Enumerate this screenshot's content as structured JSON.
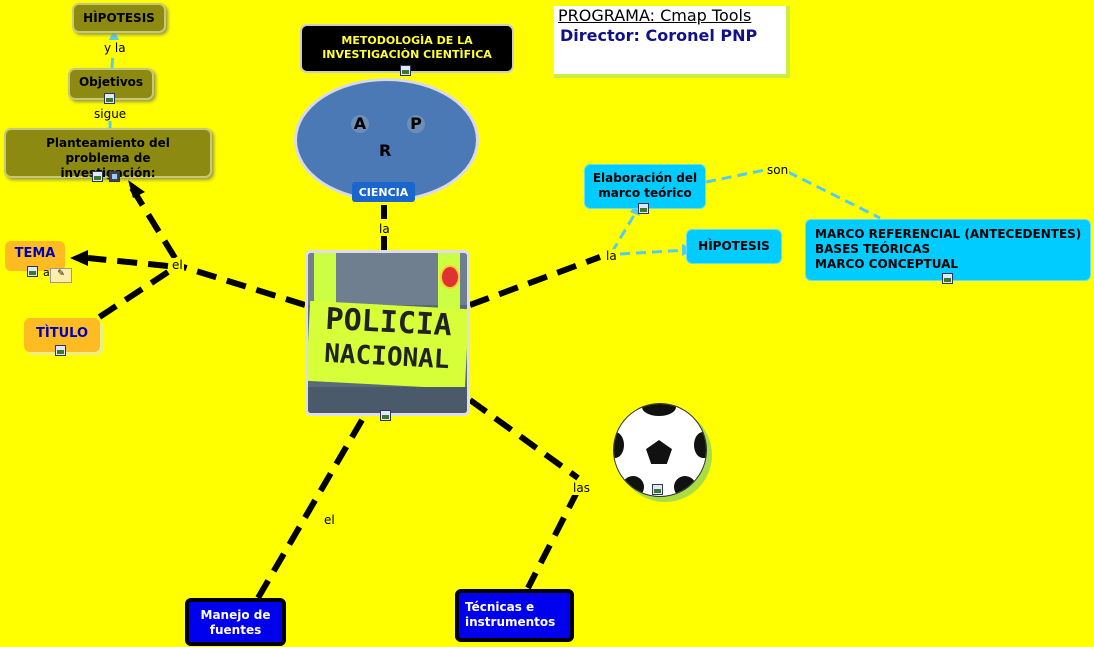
{
  "header": {
    "program": "PROGRAMA: Cmap Tools",
    "director": "Director: Coronel PNP"
  },
  "nodes": {
    "hipotesis_top": "HÌPOTESIS",
    "objetivos": "Objetivos",
    "planteamiento": "Planteamiento del problema de investigación:",
    "metodologia": "METODOLOGÌA DE LA INVESTIGACIÒN CIENTÌFICA",
    "ciencia": "CIENCIA",
    "tema": "TEMA",
    "titulo": "TÌTULO",
    "elaboracion": "Elaboración del marco teórico",
    "hipotesis_right": "HÌPOTESIS",
    "marco_lines": [
      "MARCO REFERENCIAL (ANTECEDENTES)",
      "BASES TEÓRICAS",
      "MARCO CONCEPTUAL"
    ],
    "manejo": "Manejo de fuentes",
    "tecnicas": "Técnicas e instrumentos"
  },
  "images": {
    "face_letters": [
      "A",
      "P",
      "R"
    ],
    "vest_text": [
      "POLICIA",
      "NACIONAL"
    ]
  },
  "link_labels": {
    "y_la": "y la",
    "sigue": "sigue",
    "la_top": "la",
    "el_left": "el",
    "a_small": "a",
    "la_right": "la",
    "son": "son",
    "el_bottom": "el",
    "las": "las"
  },
  "colors": {
    "background": "#ffff00",
    "olive": "#8c8a10",
    "cyan": "#00ccff",
    "navy": "#0000ee"
  }
}
